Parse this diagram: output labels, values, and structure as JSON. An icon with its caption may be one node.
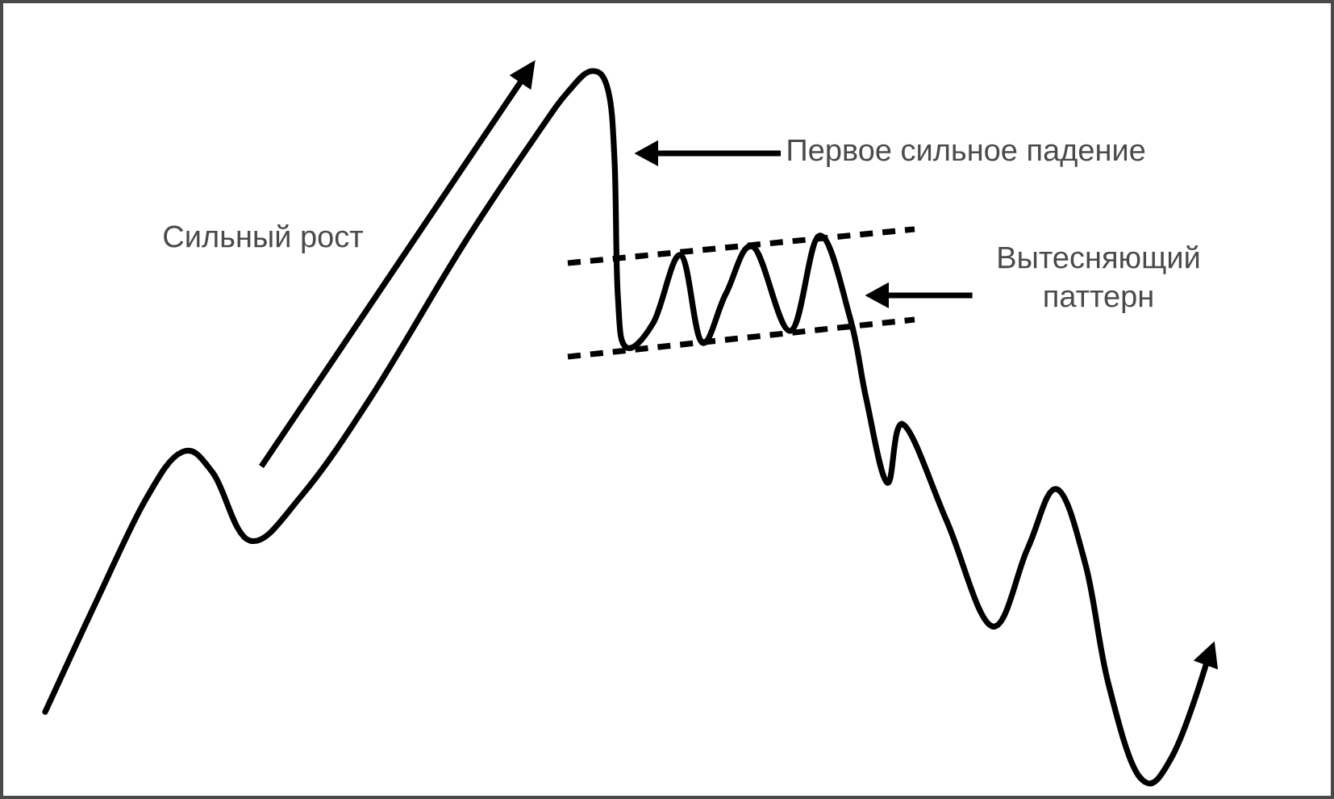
{
  "diagram": {
    "nodes": [
      {
        "text": [
          "Первое сильное падение"
        ]
      },
      {
        "text": [
          "Вытесняющий паттерн"
        ]
      }
    ],
    "edges": [
      {
        "from": 0,
        "to": null,
        "arrow": "to"
      },
      {
        "from": 1,
        "to": null,
        "arrow": "to"
      }
    ],
    "labels": [
      "Сильный рост"
    ]
  }
}
